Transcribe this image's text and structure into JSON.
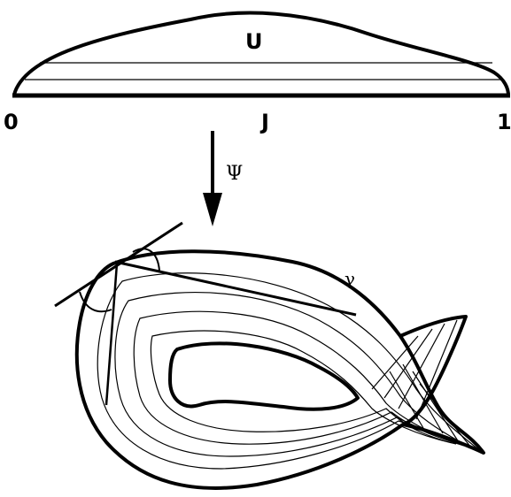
{
  "labels": {
    "domain_set": "U",
    "interval": "J",
    "interval_start": "0",
    "interval_end": "1",
    "map": "Ψ",
    "curve": "γ"
  },
  "colors": {
    "ink": "#000000",
    "background": "#ffffff"
  }
}
